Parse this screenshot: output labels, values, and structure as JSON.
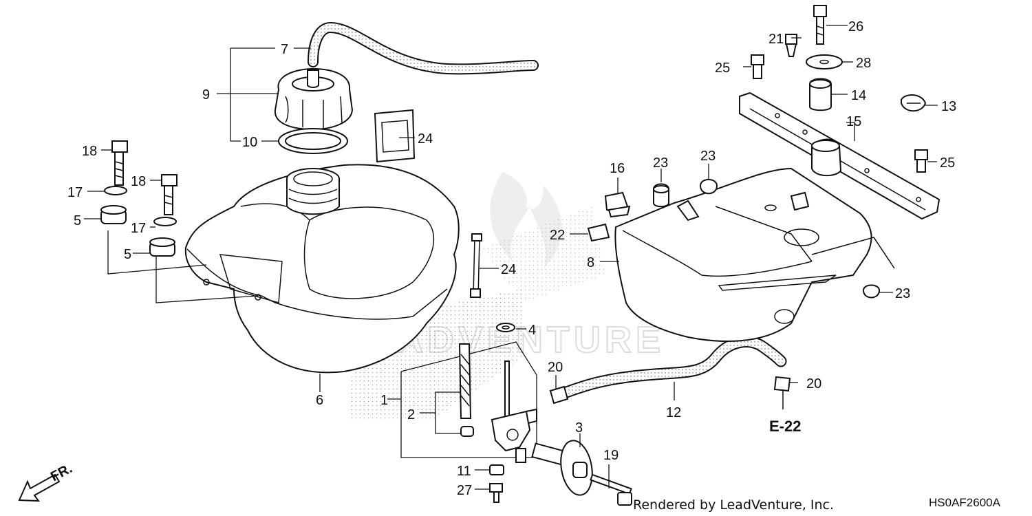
{
  "diagram": {
    "callouts": [
      "1",
      "2",
      "3",
      "4",
      "5",
      "5",
      "6",
      "7",
      "8",
      "9",
      "10",
      "11",
      "12",
      "13",
      "14",
      "15",
      "16",
      "17",
      "17",
      "18",
      "18",
      "19",
      "20",
      "20",
      "21",
      "22",
      "23",
      "23",
      "23",
      "24",
      "24",
      "25",
      "25",
      "26",
      "27",
      "28"
    ],
    "reference": "E-22",
    "front_marker": "FR.",
    "credit": "Rendered by LeadVenture, Inc.",
    "diagram_code": "HS0AF2600A",
    "watermark": "LEADVENTURE"
  }
}
